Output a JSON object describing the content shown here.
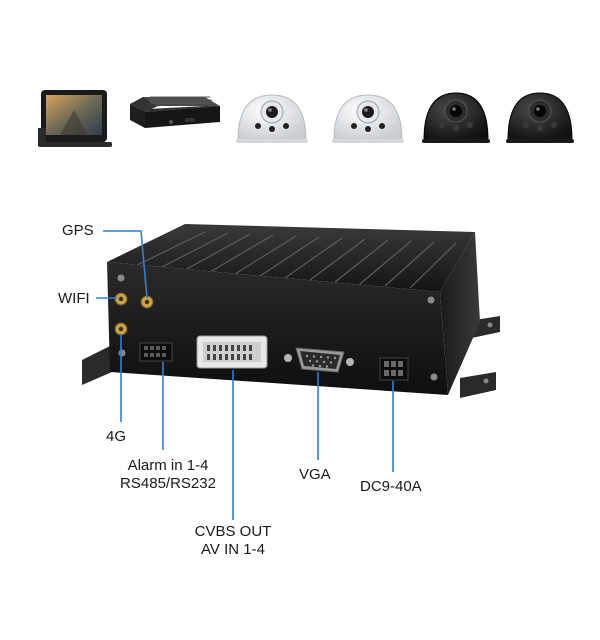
{
  "products": [
    {
      "name": "monitor-thumbnail",
      "icon": "monitor-icon"
    },
    {
      "name": "dvr-thumbnail",
      "icon": "dvr-box-icon"
    },
    {
      "name": "white-dome-camera-1",
      "icon": "camera-icon"
    },
    {
      "name": "white-dome-camera-2",
      "icon": "camera-icon"
    },
    {
      "name": "black-dome-camera-1",
      "icon": "camera-icon"
    },
    {
      "name": "black-dome-camera-2",
      "icon": "camera-icon"
    }
  ],
  "labels": {
    "gps": "GPS",
    "wifi": "WIFI",
    "g4": "4G",
    "alarm_line1": "Alarm in 1-4",
    "alarm_line2": "RS485/RS232",
    "vga": "VGA",
    "dc": "DC9-40A",
    "cvbs_line1": "CVBS OUT",
    "cvbs_line2": "AV IN 1-4"
  },
  "colors": {
    "callout_line": "#2f7fd6",
    "device_body": "#1e1e1e",
    "label_text": "#1a1a1a",
    "antenna_gold": "#c8a24a"
  }
}
